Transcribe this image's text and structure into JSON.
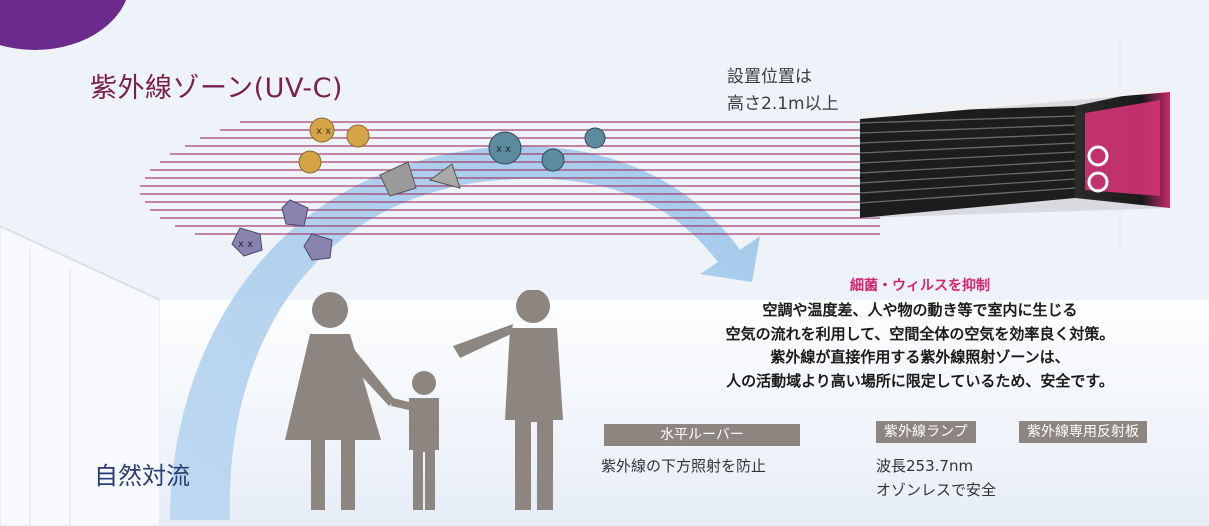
{
  "title": "紫外線ゾーン(UV-C)",
  "install_note": [
    "設置位置は",
    "高さ2.1m以上"
  ],
  "feature": {
    "heading": "細菌・ウィルスを抑制",
    "lines": [
      "空調や温度差、人や物の動き等で室内に生じる",
      "空気の流れを利用して、空間全体の空気を効率良く対策。",
      "紫外線が直接作用する紫外線照射ゾーンは、",
      "人の活動域より高い場所に限定しているため、安全です。"
    ]
  },
  "louver": {
    "label": "水平ルーバー",
    "caption": "紫外線の下方照射を防止"
  },
  "lamp": {
    "label": "紫外線ランプ",
    "caption": [
      "波長253.7nm",
      "オゾンレスで安全"
    ]
  },
  "reflector": {
    "label": "紫外線専用反射板"
  },
  "convection_label": "自然対流",
  "colors": {
    "badge": "#6b2a8c",
    "title": "#7a1f4e",
    "uv_line": "#a0305f",
    "heading": "#d6246e",
    "arrow": "#9fc6ea",
    "person": "#8c8580",
    "tag_bg": "#8d8580",
    "convection_text": "#2a3c74"
  },
  "icons": [
    "virus-yellow-icon",
    "virus-blue-icon",
    "virus-purple-icon",
    "dust-particle-icon",
    "person-woman-icon",
    "person-child-icon",
    "person-man-icon",
    "uv-device-icon",
    "airflow-arrow-icon"
  ]
}
